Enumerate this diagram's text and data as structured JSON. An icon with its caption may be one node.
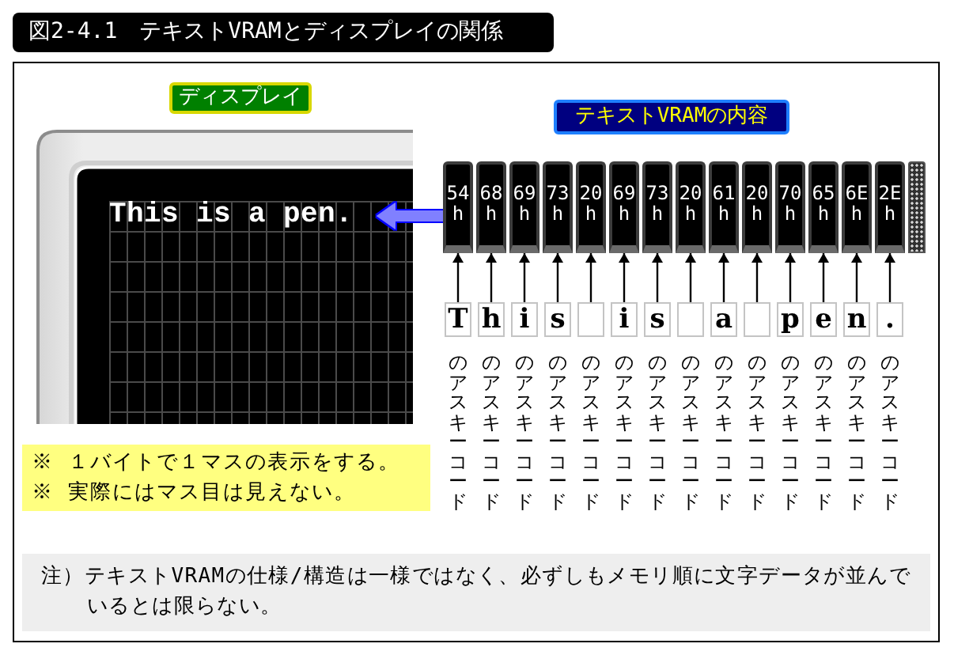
{
  "diagram": {
    "title": "図2-4.1　テキストVRAMとディスプレイの関係",
    "nodes": [
      {
        "text": [
          "ディスプレイ"
        ]
      },
      {
        "text": [
          "テキストVRAMの内容"
        ]
      },
      {
        "text": [
          "This is a pen."
        ]
      },
      {
        "text": [
          "54 h"
        ]
      },
      {
        "text": [
          "68 h"
        ]
      },
      {
        "text": [
          "69 h"
        ]
      },
      {
        "text": [
          "73 h"
        ]
      },
      {
        "text": [
          "20 h"
        ]
      },
      {
        "text": [
          "69 h"
        ]
      },
      {
        "text": [
          "73 h"
        ]
      },
      {
        "text": [
          "20 h"
        ]
      },
      {
        "text": [
          "61 h"
        ]
      },
      {
        "text": [
          "20 h"
        ]
      },
      {
        "text": [
          "70 h"
        ]
      },
      {
        "text": [
          "65 h"
        ]
      },
      {
        "text": [
          "6E h"
        ]
      },
      {
        "text": [
          "2E h"
        ]
      },
      {
        "text": [],
        "shape": "box"
      },
      {
        "text": [
          "T"
        ],
        "beside": [
          "のアスキーコード"
        ]
      },
      {
        "text": [
          "h"
        ],
        "beside": [
          "のアスキーコード"
        ]
      },
      {
        "text": [
          "i"
        ],
        "beside": [
          "のアスキーコード"
        ]
      },
      {
        "text": [
          "s"
        ],
        "beside": [
          "のアスキーコード"
        ]
      },
      {
        "text": [],
        "shape": "box",
        "beside": [
          "のアスキーコード"
        ]
      },
      {
        "text": [
          "i"
        ],
        "beside": [
          "のアスキーコード"
        ]
      },
      {
        "text": [
          "s"
        ],
        "beside": [
          "のアスキーコード"
        ]
      },
      {
        "text": [],
        "shape": "box",
        "beside": [
          "のアスキーコード"
        ]
      },
      {
        "text": [
          "a"
        ],
        "beside": [
          "のアスキーコード"
        ]
      },
      {
        "text": [],
        "shape": "box",
        "beside": [
          "のアスキーコード"
        ]
      },
      {
        "text": [
          "p"
        ],
        "beside": [
          "のアスキーコード"
        ]
      },
      {
        "text": [
          "e"
        ],
        "beside": [
          "のアスキーコード"
        ]
      },
      {
        "text": [
          "n"
        ],
        "beside": [
          "のアスキーコード"
        ]
      },
      {
        "text": [
          "."
        ],
        "beside": [
          "のアスキーコード"
        ]
      },
      {
        "text": [
          "※ １バイトで１マスの表示をする。",
          "※ 実際にはマス目は見えない。"
        ]
      },
      {
        "text": [
          "注）テキストVRAMの仕様/構造は一様ではなく、必ずしもメモリ順に文字データが並んでいるとは限らない。"
        ]
      }
    ],
    "edges": [
      {
        "from": 18,
        "to": 3,
        "arrow": "to"
      },
      {
        "from": 19,
        "to": 4,
        "arrow": "to"
      },
      {
        "from": 20,
        "to": 5,
        "arrow": "to"
      },
      {
        "from": 21,
        "to": 6,
        "arrow": "to"
      },
      {
        "from": 22,
        "to": 7,
        "arrow": "to"
      },
      {
        "from": 23,
        "to": 8,
        "arrow": "to"
      },
      {
        "from": 24,
        "to": 9,
        "arrow": "to"
      },
      {
        "from": 25,
        "to": 10,
        "arrow": "to"
      },
      {
        "from": 26,
        "to": 11,
        "arrow": "to"
      },
      {
        "from": 27,
        "to": 12,
        "arrow": "to"
      },
      {
        "from": 28,
        "to": 13,
        "arrow": "to"
      },
      {
        "from": 29,
        "to": 14,
        "arrow": "to"
      },
      {
        "from": 30,
        "to": 15,
        "arrow": "to"
      },
      {
        "from": 31,
        "to": 16,
        "arrow": "to"
      },
      {
        "from": 3,
        "to": 2,
        "arrow": "to",
        "style": "thick",
        "color": "#8080ff"
      }
    ]
  }
}
